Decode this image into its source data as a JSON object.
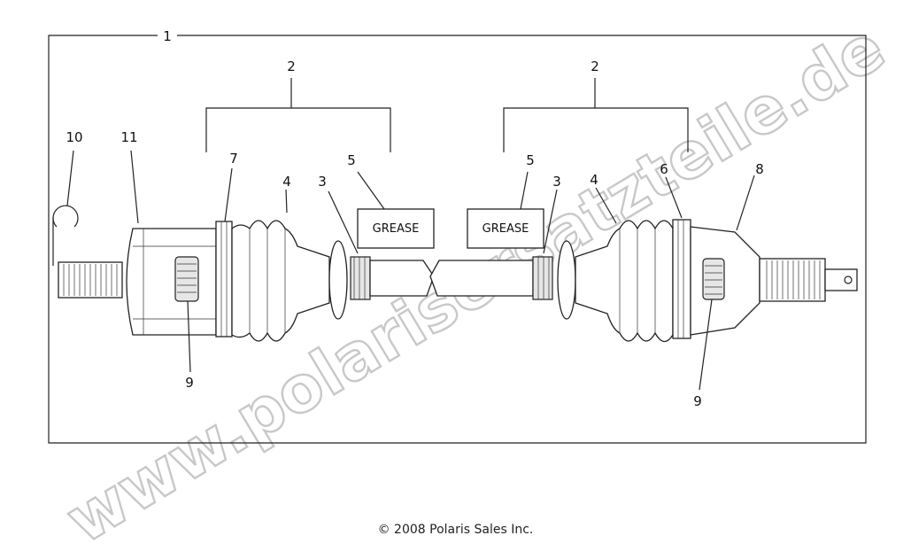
{
  "callouts": {
    "assembly": "1",
    "boot_kit_left": "2",
    "boot_kit_right": "2",
    "clamp_small_left": "3",
    "clamp_small_right": "3",
    "boot_left": "4",
    "boot_right": "4",
    "grease_left": "5",
    "grease_right": "5",
    "clamp_large_right": "6",
    "clamp_large_left": "7",
    "outer_cv": "8",
    "cage_left": "9",
    "cage_right": "9",
    "circlip": "10",
    "inner_cv": "11"
  },
  "grease_boxes": {
    "left": "GREASE",
    "right": "GREASE"
  },
  "watermark": "www.polarisersatzteile.de",
  "copyright": "© 2008 Polaris Sales Inc."
}
